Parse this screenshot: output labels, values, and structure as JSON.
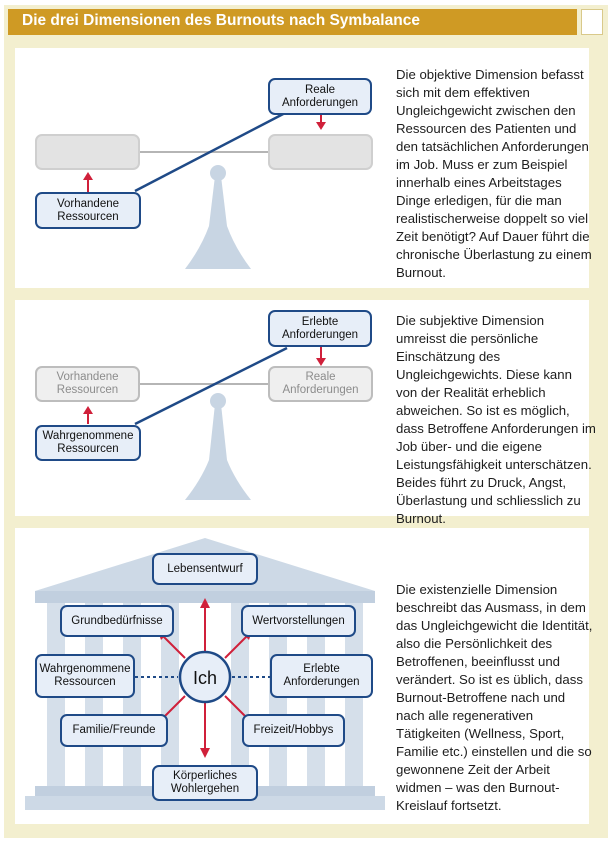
{
  "header": {
    "title": "Die drei Dimensionen des Burnouts nach Symbalance"
  },
  "sections": [
    {
      "boxes": {
        "top_right": "Reale\nAnforderungen",
        "bottom_left": "Vorhandene\nRessourcen"
      },
      "text": "Die objektive Dimension befasst sich mit dem effektiven Ungleichgewicht zwischen den Ressourcen des Patienten und den tatsächlichen Anforderungen im Job. Muss er zum Beispiel innerhalb eines Arbeitstages Dinge erledigen, für die man realistischerweise doppelt so viel Zeit benötigt? Auf Dauer führt die chronische Überlastung zu einem Burnout."
    },
    {
      "boxes": {
        "top_right": "Erlebte\nAnforderungen",
        "left_faded": "Vorhandene\nRessourcen",
        "right_faded": "Reale\nAnforderungen",
        "bottom_left": "Wahrgenommene\nRessourcen"
      },
      "text": "Die subjektive Dimension umreisst die persönliche Einschätzung des Ungleichgewichts. Diese kann von der Realität erheblich abweichen. So ist es möglich, dass Betroffene Anforderungen im Job über- und die eigene Leistungsfähigkeit unterschätzen. Beides führt zu Druck, Angst, Überlastung und schliesslich zu Burnout."
    },
    {
      "center": "Ich",
      "boxes": {
        "top": "Lebensentwurf",
        "upper_left": "Grundbedürfnisse",
        "upper_right": "Wertvorstellungen",
        "mid_left": "Wahrgenommene\nRessourcen",
        "mid_right": "Erlebte\nAnforderungen",
        "lower_left": "Familie/Freunde",
        "lower_right": "Freizeit/Hobbys",
        "bottom": "Körperliches\nWohlergehen"
      },
      "text": "Die existenzielle Dimension beschreibt das Ausmass, in dem das Ungleichgewicht die Identität, also die Persönlichkeit des Betroffenen, beeinflusst und verändert. So ist es üblich, dass Burnout-Betroffene nach und nach alle regenerativen Tätigkeiten (Wellness, Sport, Familie etc.) einstellen und die so gewonnene Zeit der Arbeit widmen – was den Burnout-Kreislauf fortsetzt."
    }
  ],
  "colors": {
    "accent": "#cf9a24",
    "box_border": "#1f4a87",
    "arrow": "#d0203a",
    "structure": "#cdd9e6"
  }
}
